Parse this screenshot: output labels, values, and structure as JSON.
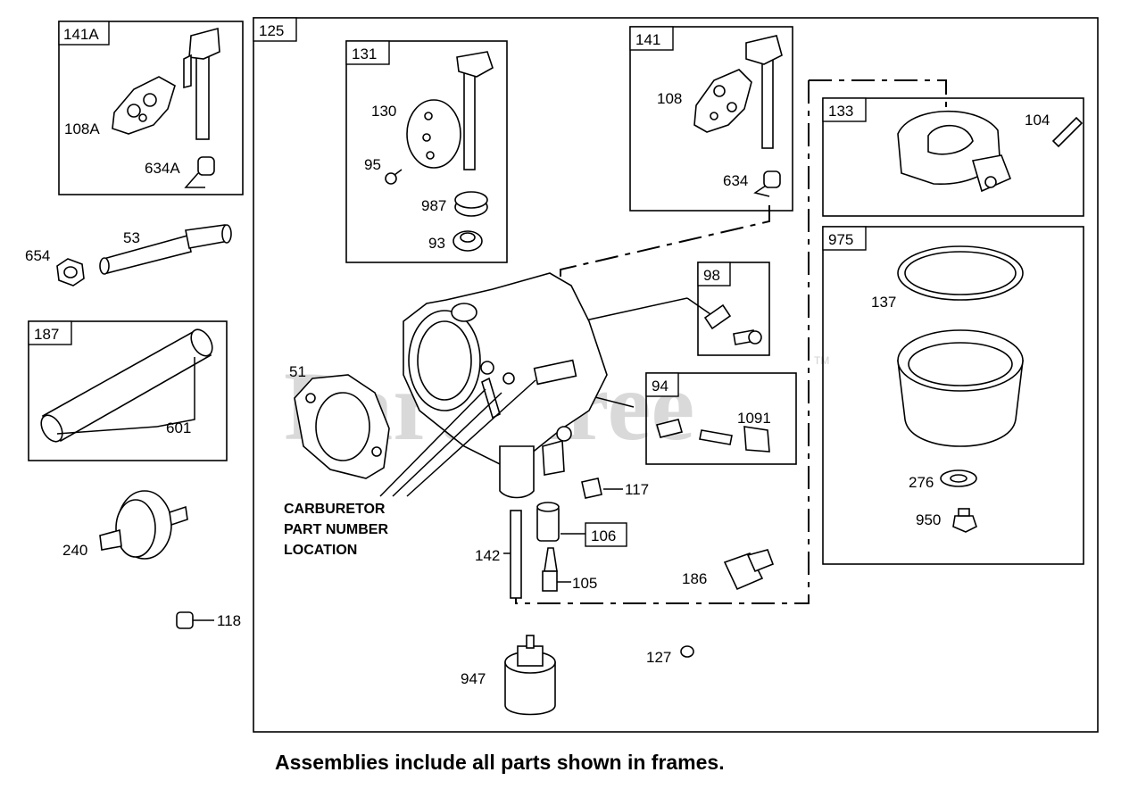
{
  "watermark": {
    "text": "PartsTree",
    "tm": "TM"
  },
  "frames": {
    "f141A": "141A",
    "f125": "125",
    "f131": "131",
    "f141": "141",
    "f133": "133",
    "f975": "975",
    "f187": "187",
    "f98": "98",
    "f94": "94",
    "f106": "106"
  },
  "parts": {
    "p108A": "108A",
    "p634A": "634A",
    "p654": "654",
    "p53": "53",
    "p601": "601",
    "p240": "240",
    "p118": "118",
    "p130": "130",
    "p95": "95",
    "p987": "987",
    "p93": "93",
    "p108": "108",
    "p634": "634",
    "p104": "104",
    "p137": "137",
    "p276": "276",
    "p950": "950",
    "p51": "51",
    "p1091": "1091",
    "p117": "117",
    "p142": "142",
    "p105": "105",
    "p186": "186",
    "p127": "127",
    "p947": "947"
  },
  "callout": {
    "line1": "CARBURETOR",
    "line2": "PART NUMBER",
    "line3": "LOCATION"
  },
  "footer": "Assemblies include all parts shown in frames."
}
